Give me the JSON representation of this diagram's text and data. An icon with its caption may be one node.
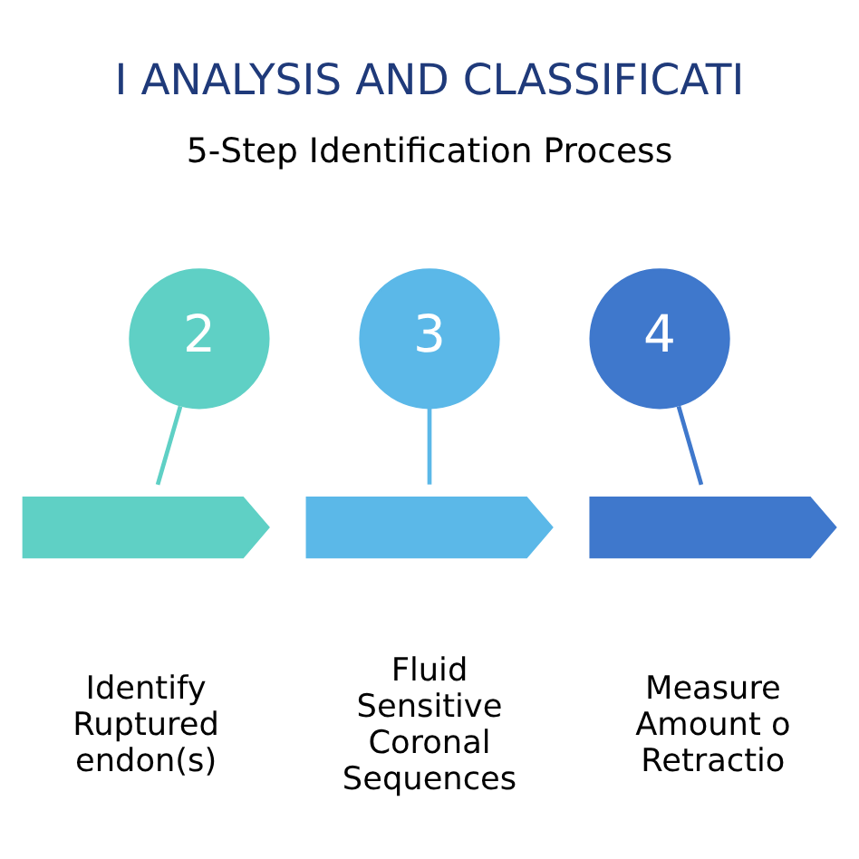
{
  "diagram": {
    "title": "I ANALYSIS AND CLASSIFICATI",
    "nodes": [
      {
        "text": [
          "2"
        ]
      },
      {
        "text": [
          "3"
        ]
      },
      {
        "text": [
          "4"
        ]
      },
      {
        "text": [],
        "shape": "arrow",
        "beside": [
          "Identify Ruptured endon(s)"
        ]
      },
      {
        "text": [],
        "shape": "arrow",
        "beside": [
          "Fluid Sensitive Coronal Sequences"
        ]
      },
      {
        "text": [],
        "shape": "arrow",
        "beside": [
          "Measure Amount o Retractio"
        ]
      }
    ],
    "edges": [
      {
        "from": 0,
        "to": 3,
        "arrow": "none",
        "color": "#5fd0c5"
      },
      {
        "from": 1,
        "to": 4,
        "arrow": "none",
        "color": "#5bb8e8"
      },
      {
        "from": 2,
        "to": 5,
        "arrow": "none",
        "color": "#3f78cc"
      }
    ],
    "labels": [
      "5-Step Identification Process"
    ]
  }
}
